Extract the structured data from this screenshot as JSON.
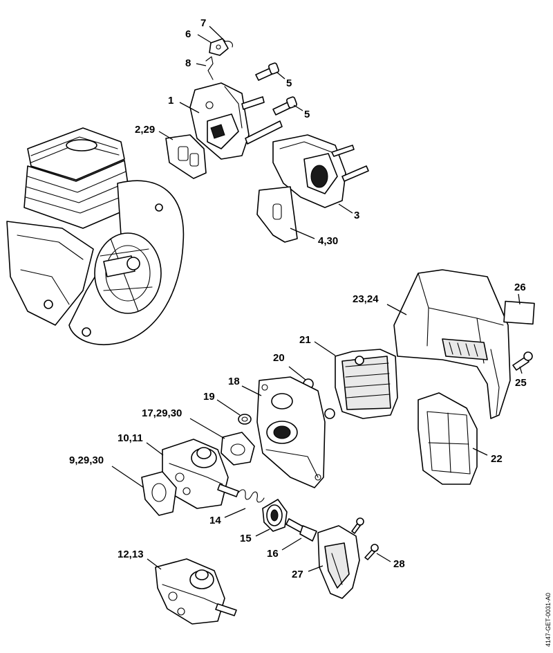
{
  "diagram": {
    "type": "exploded parts diagram",
    "document_id": "4147-GET-0031-A0",
    "callouts": [
      "1",
      "2,29",
      "3",
      "4,30",
      "5",
      "5",
      "6",
      "7",
      "8",
      "9,29,30",
      "10,11",
      "12,13",
      "14",
      "15",
      "16",
      "17,29,30",
      "18",
      "19",
      "20",
      "21",
      "22",
      "23,24",
      "25",
      "26",
      "27",
      "28"
    ]
  },
  "colors": {
    "line": "#000000",
    "background": "#ffffff",
    "fill_grey": "#e9e9e9"
  }
}
